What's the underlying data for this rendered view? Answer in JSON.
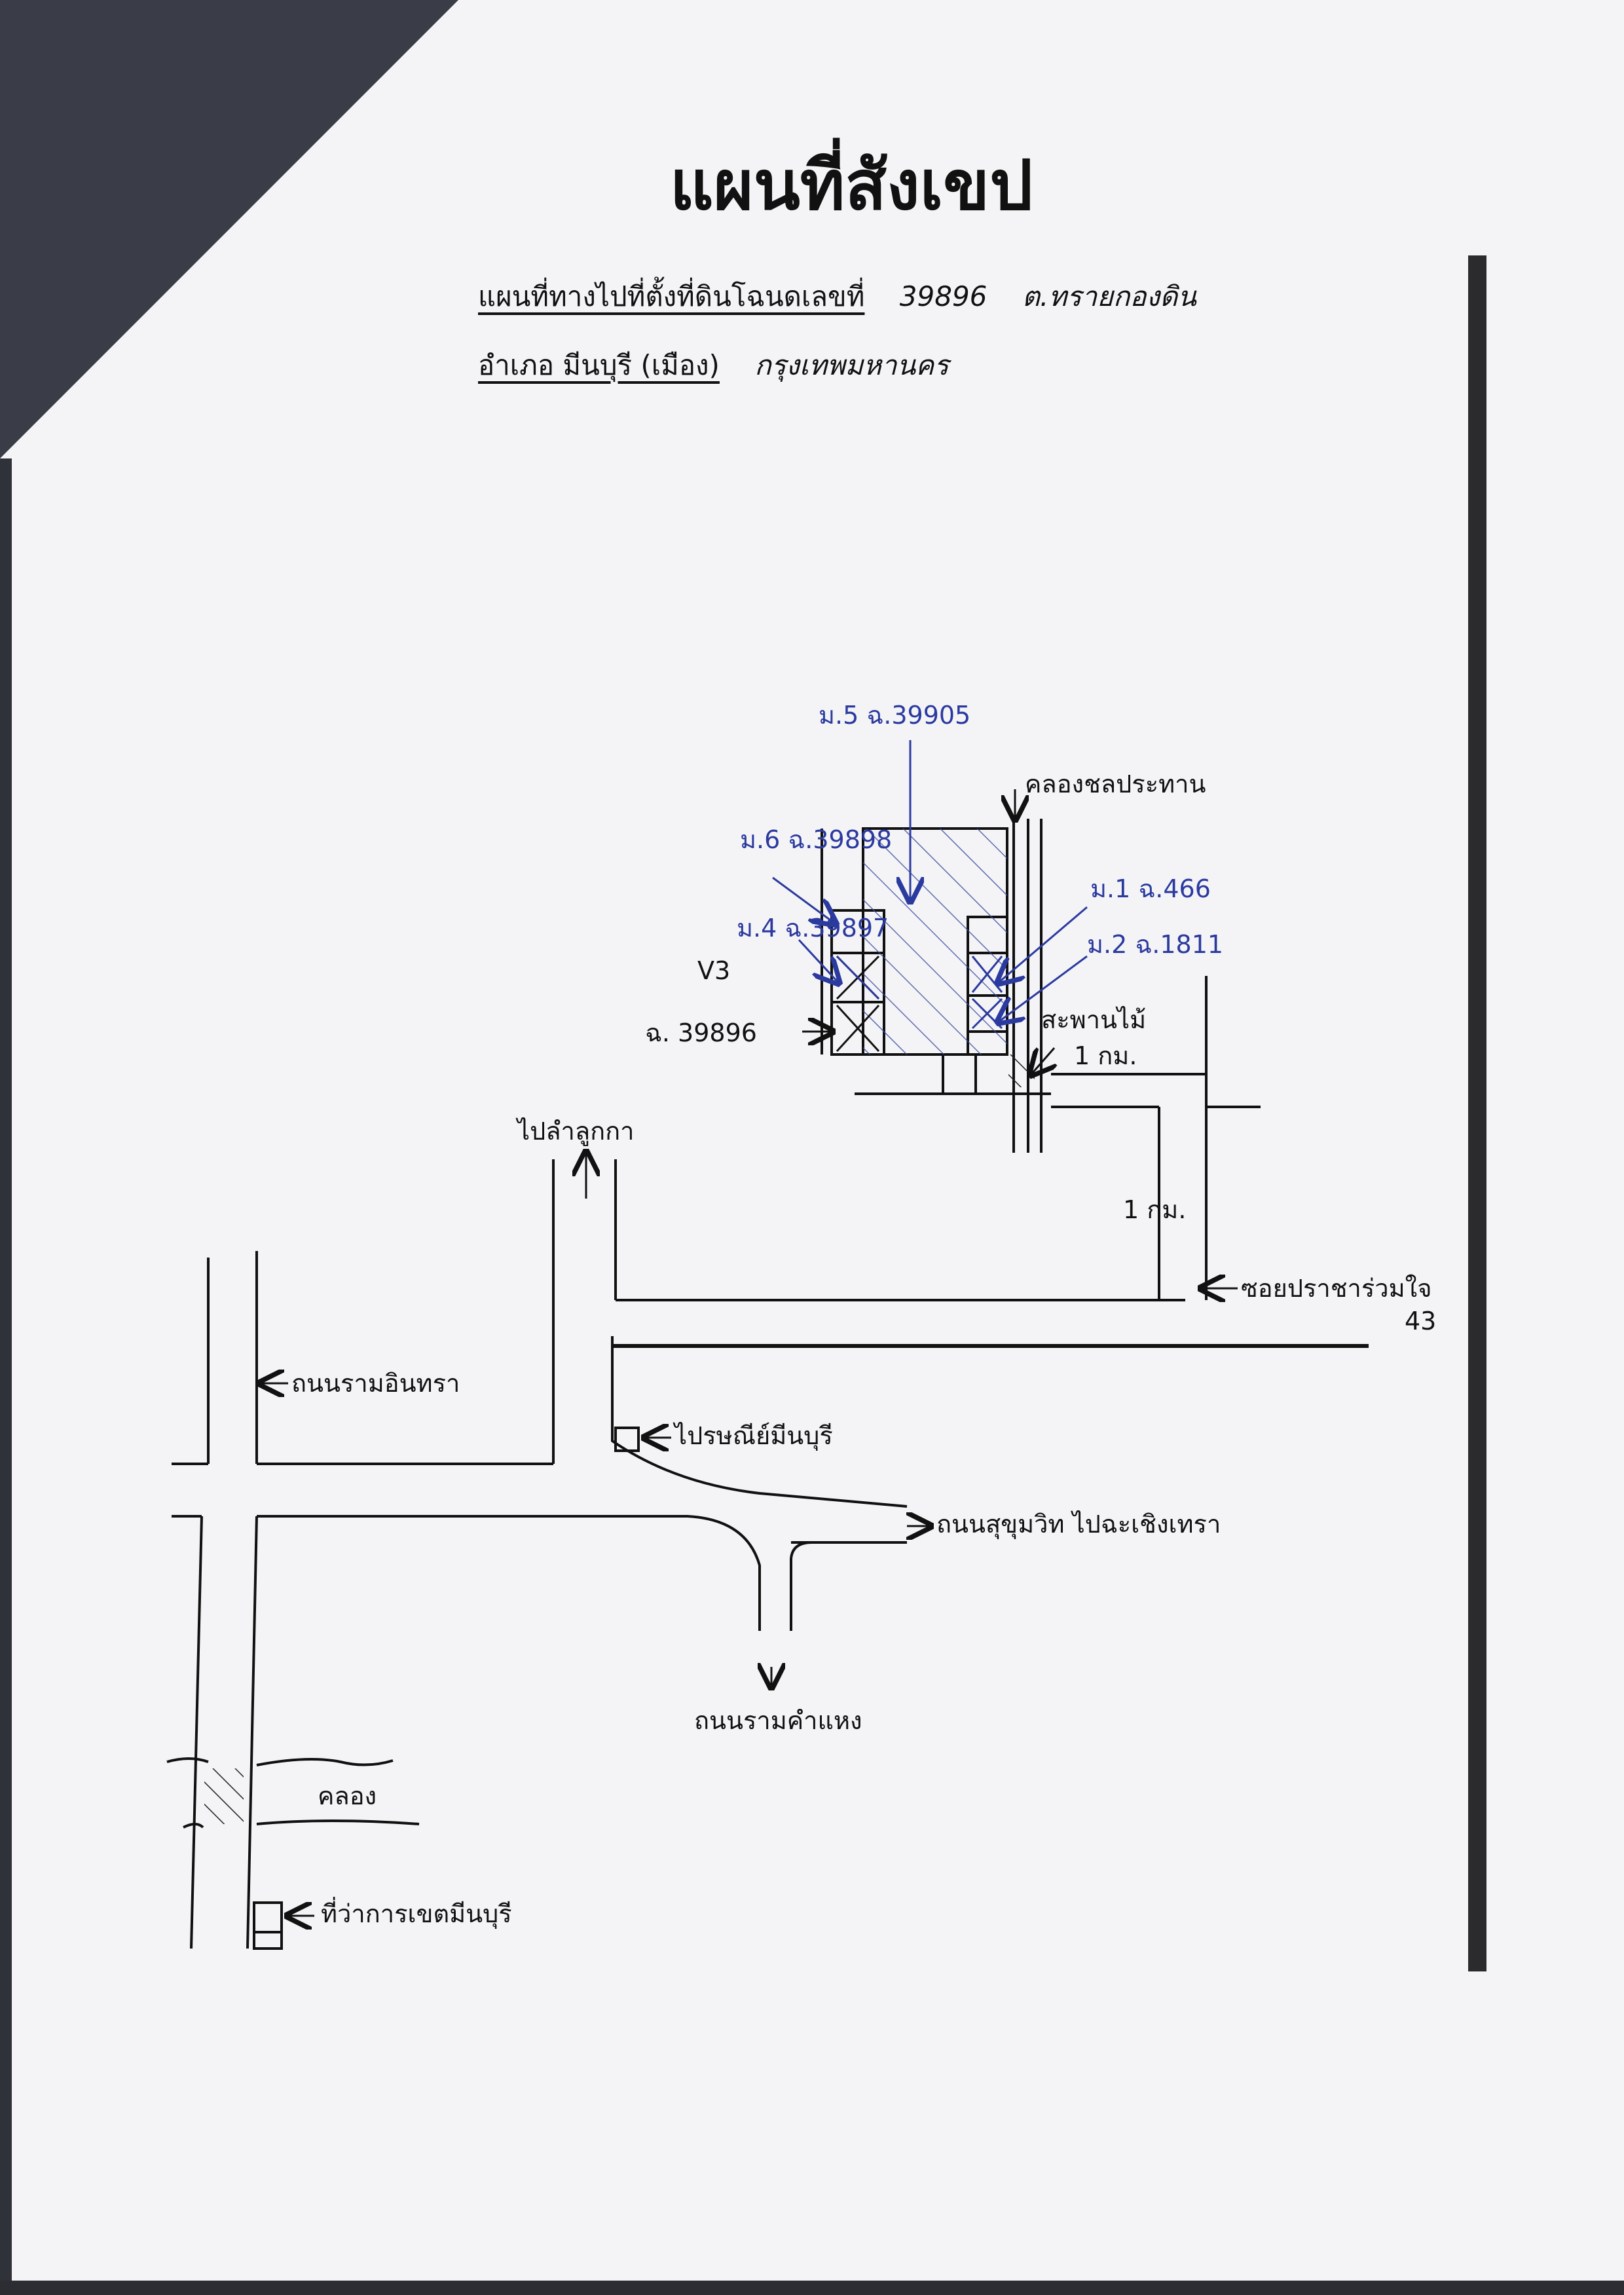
{
  "header": {
    "title": "แผนที่สังเขป",
    "line1_prefix": "แผนที่ทางไปที่ตั้งที่ดินโฉนดเลขที่",
    "line1_deed": "39896",
    "line1_subdistrict": "ต.ทรายกองดิน",
    "line2_district": "อำเภอ มีนบุรี (เมือง)",
    "line2_province": "กรุงเทพมหานคร"
  },
  "map_labels": {
    "m5": "ม.5 ฉ.39905",
    "m6": "ม.6 ฉ.39898",
    "m4": "ม.4 ฉ.39897",
    "v3": "V3",
    "deed": "ฉ. 39896",
    "m1": "ม.1 ฉ.466",
    "m2": "ม.2 ฉ.1811",
    "canal_top": "คลองชลประทาน",
    "bridge": "สะพานไม้",
    "dist1": "1 กม.",
    "dist2": "1 กม.",
    "lamlukka": "ไปลำลูกกา",
    "soi": "ซอยปราชาร่วมใจ",
    "soi_no": "43",
    "ramintra": "ถนนรามอินทรา",
    "post": "ไปรษณีย์มีนบุรี",
    "sukhumvit": "ถนนสุขุมวิท ไปฉะเชิงเทรา",
    "ramkhamhaeng": "ถนนรามคำแหง",
    "canal": "คลอง",
    "office": "ที่ว่าการเขตมีนบุรี"
  },
  "colors": {
    "ink": "#111111",
    "blue_ink": "#2b3a9e"
  }
}
